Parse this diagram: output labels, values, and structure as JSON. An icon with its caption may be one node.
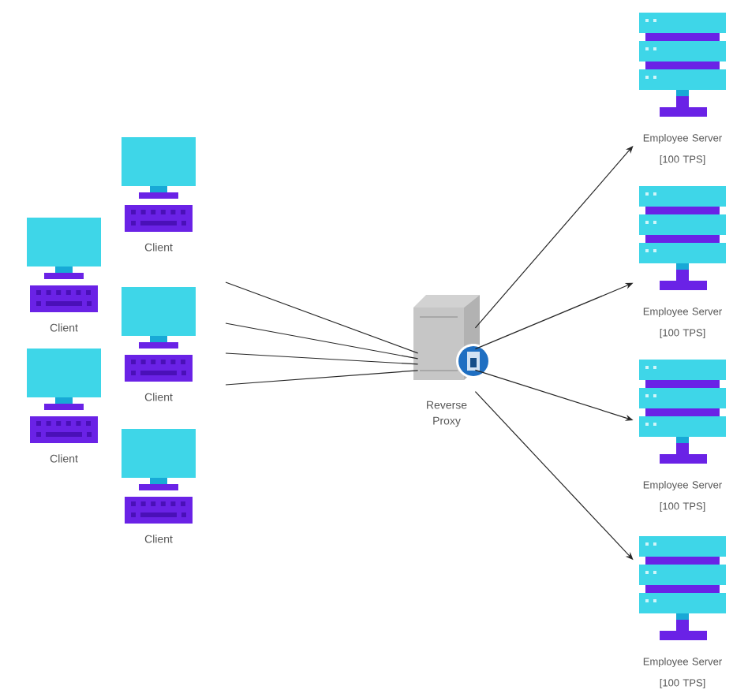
{
  "diagram": {
    "nodes": [
      {
        "text": [
          "Client"
        ]
      },
      {
        "text": [
          "Client"
        ]
      },
      {
        "text": [
          "Client"
        ]
      },
      {
        "text": [
          "Client"
        ]
      },
      {
        "text": [
          "Client"
        ]
      },
      {
        "text": [
          "Reverse Proxy"
        ]
      },
      {
        "text": [
          "Employee Server [100 TPS]"
        ]
      },
      {
        "text": [
          "Employee Server [100 TPS]"
        ]
      },
      {
        "text": [
          "Employee Server [100 TPS]"
        ]
      },
      {
        "text": [
          "Employee Server [100 TPS]"
        ]
      }
    ],
    "edges": [
      {
        "from": null,
        "to": 5,
        "arrow": "none"
      },
      {
        "from": null,
        "to": 5,
        "arrow": "none"
      },
      {
        "from": null,
        "to": 5,
        "arrow": "none"
      },
      {
        "from": null,
        "to": 5,
        "arrow": "none"
      },
      {
        "from": 5,
        "to": 6,
        "arrow": "to"
      },
      {
        "from": 5,
        "to": 7,
        "arrow": "to"
      },
      {
        "from": 5,
        "to": 8,
        "arrow": "to"
      },
      {
        "from": 5,
        "to": 9,
        "arrow": "to"
      }
    ]
  }
}
